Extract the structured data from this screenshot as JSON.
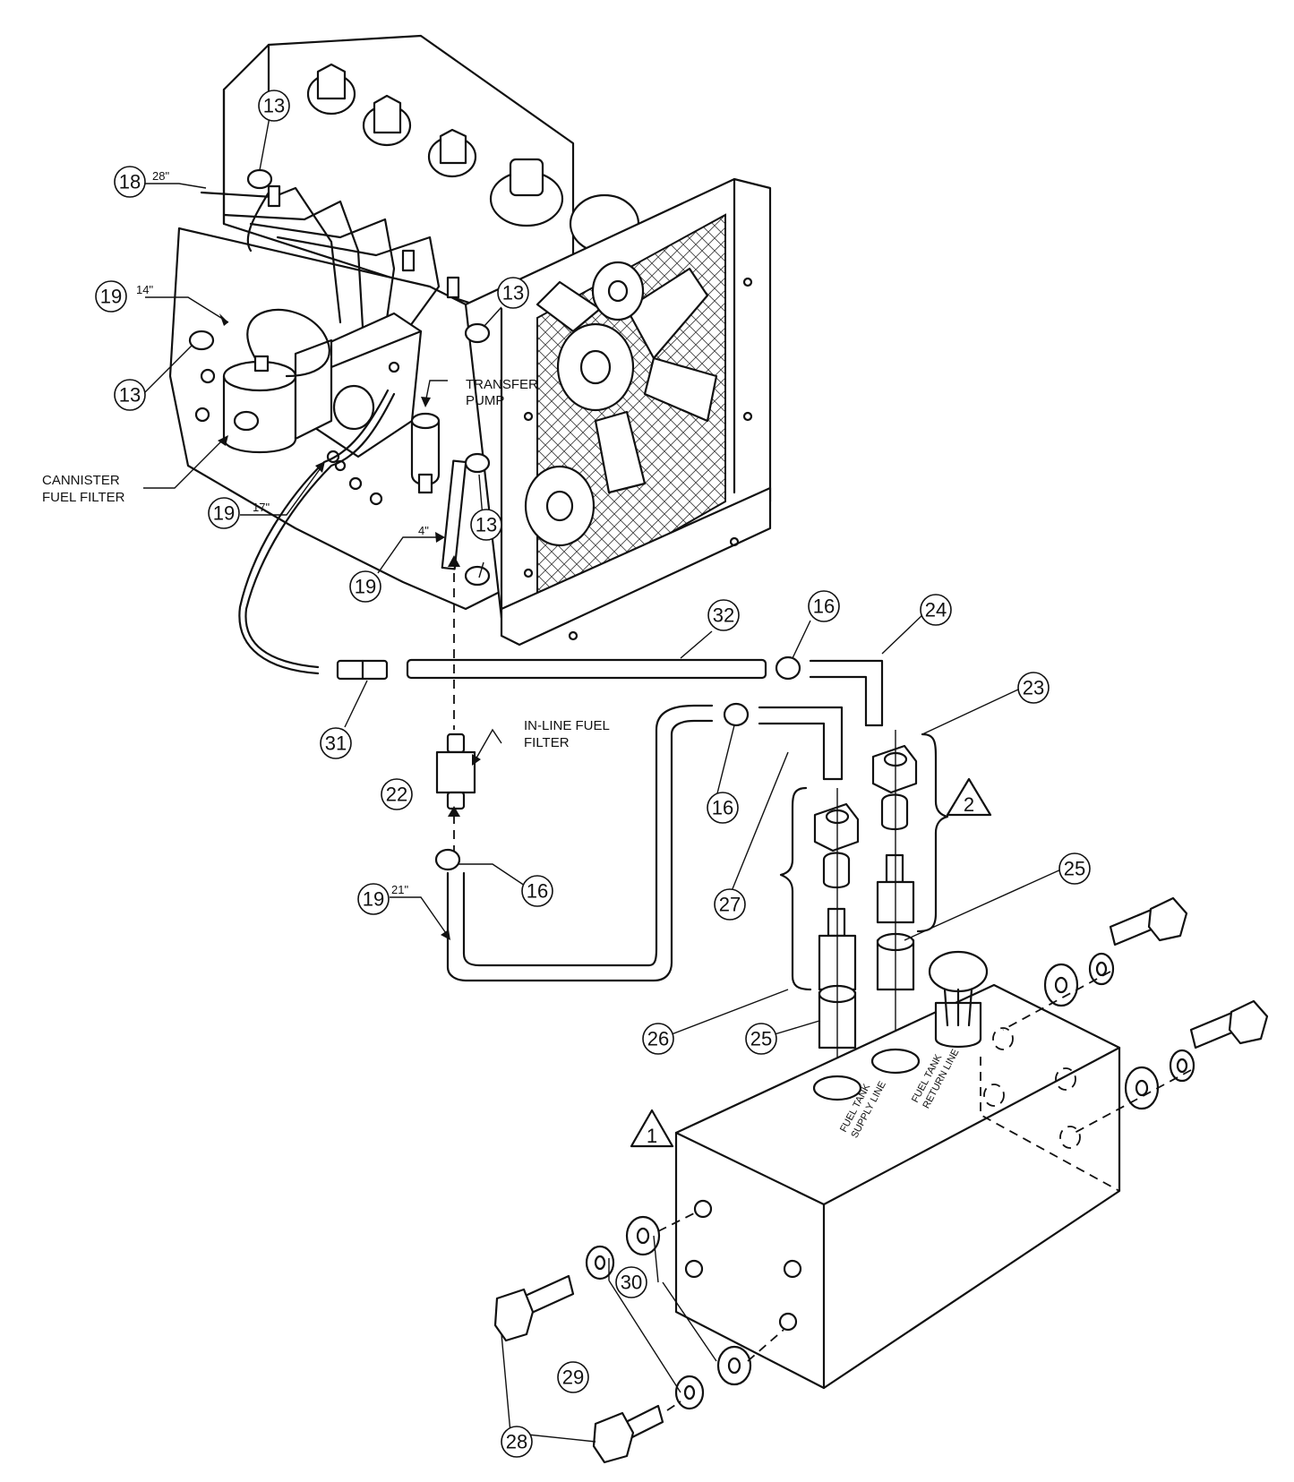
{
  "callouts": [
    {
      "id": "c13a",
      "number": "13"
    },
    {
      "id": "c18",
      "number": "18"
    },
    {
      "id": "c19a",
      "number": "19"
    },
    {
      "id": "c13b",
      "number": "13"
    },
    {
      "id": "c13c",
      "number": "13"
    },
    {
      "id": "c19b",
      "number": "19"
    },
    {
      "id": "c13d",
      "number": "13"
    },
    {
      "id": "c19c",
      "number": "19"
    },
    {
      "id": "c32",
      "number": "32"
    },
    {
      "id": "c16a",
      "number": "16"
    },
    {
      "id": "c24",
      "number": "24"
    },
    {
      "id": "c23",
      "number": "23"
    },
    {
      "id": "c31",
      "number": "31"
    },
    {
      "id": "c22",
      "number": "22"
    },
    {
      "id": "c16b",
      "number": "16"
    },
    {
      "id": "c16c",
      "number": "16"
    },
    {
      "id": "c27",
      "number": "27"
    },
    {
      "id": "c25a",
      "number": "25"
    },
    {
      "id": "c19d",
      "number": "19"
    },
    {
      "id": "c26",
      "number": "26"
    },
    {
      "id": "c25b",
      "number": "25"
    },
    {
      "id": "c30",
      "number": "30"
    },
    {
      "id": "c29",
      "number": "29"
    },
    {
      "id": "c28",
      "number": "28"
    }
  ],
  "hose_lengths": {
    "h18": "28\"",
    "h19a": "14\"",
    "h19b": "17\"",
    "h19c": "4\"",
    "h19d": "21\""
  },
  "labels": {
    "transfer_pump_1": "TRANSFER",
    "transfer_pump_2": "PUMP",
    "cannister_1": "CANNISTER",
    "cannister_2": "FUEL FILTER",
    "inline_1": "IN-LINE FUEL",
    "inline_2": "FILTER",
    "supply_1": "FUEL TANK",
    "supply_2": "SUPPLY LINE",
    "return_1": "FUEL TANK",
    "return_2": "RETURN LINE"
  },
  "notes": [
    {
      "id": "n1",
      "text": "1"
    },
    {
      "id": "n2",
      "text": "2"
    }
  ]
}
